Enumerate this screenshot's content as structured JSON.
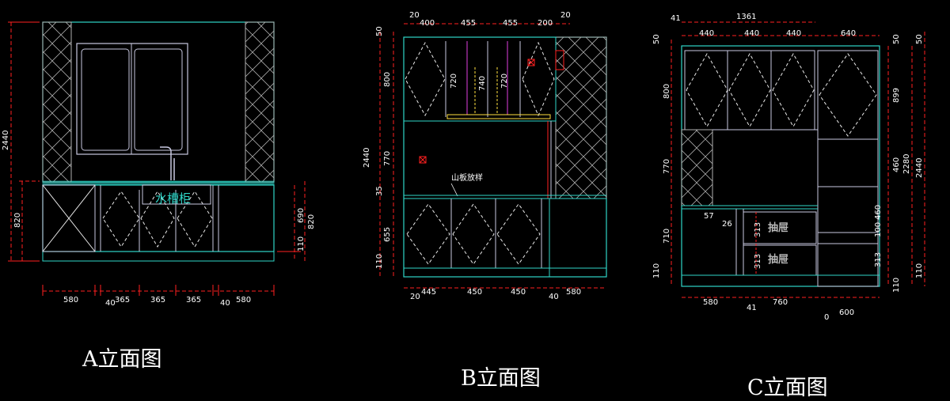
{
  "colors": {
    "background": "#000000",
    "dimension": "#ff2020",
    "cabinet": "#2fd6c8",
    "wall": "#00e0ff",
    "panel": "#c8c8e0",
    "door_diagonal": "#e8e8e8",
    "stone": "#b0b0b0",
    "yellow": "#ffe040",
    "magenta": "#e040e0",
    "text": "#ffffff"
  },
  "elevations": [
    {
      "caption": "A立面图",
      "label_sink": "水槽柜",
      "dims_top": [],
      "dims_left": [
        "2440",
        "820"
      ],
      "dims_right": [
        "690",
        "110",
        "820"
      ],
      "dims_bottom": [
        "580",
        "40",
        "365",
        "365",
        "365",
        "40",
        "580"
      ]
    },
    {
      "caption": "B立面图",
      "label_note": "山板放样",
      "inner_labels": [
        "720",
        "740",
        "720"
      ],
      "dims_top": [
        "20",
        "400",
        "455",
        "455",
        "200",
        "20"
      ],
      "dims_left": [
        "50",
        "800",
        "2440",
        "770",
        "35",
        "655",
        "110"
      ],
      "dims_right": [],
      "dims_bottom": [
        "20",
        "445",
        "450",
        "450",
        "40",
        "580"
      ]
    },
    {
      "caption": "C立面图",
      "labels_drawer": [
        "抽屉",
        "抽屉"
      ],
      "dims_top_total": "1361",
      "dims_top_left": "41",
      "dims_top": [
        "440",
        "440",
        "440",
        "640"
      ],
      "dims_left": [
        "50",
        "800",
        "770",
        "710",
        "110"
      ],
      "dims_inner": [
        "57",
        "26",
        "313",
        "313"
      ],
      "dims_right": [
        "50",
        "899",
        "460",
        "460",
        "100",
        "313",
        "110",
        "2280",
        "2440",
        "50",
        "110"
      ],
      "dims_bottom": [
        "580",
        "41",
        "760",
        "0",
        "600"
      ]
    }
  ]
}
